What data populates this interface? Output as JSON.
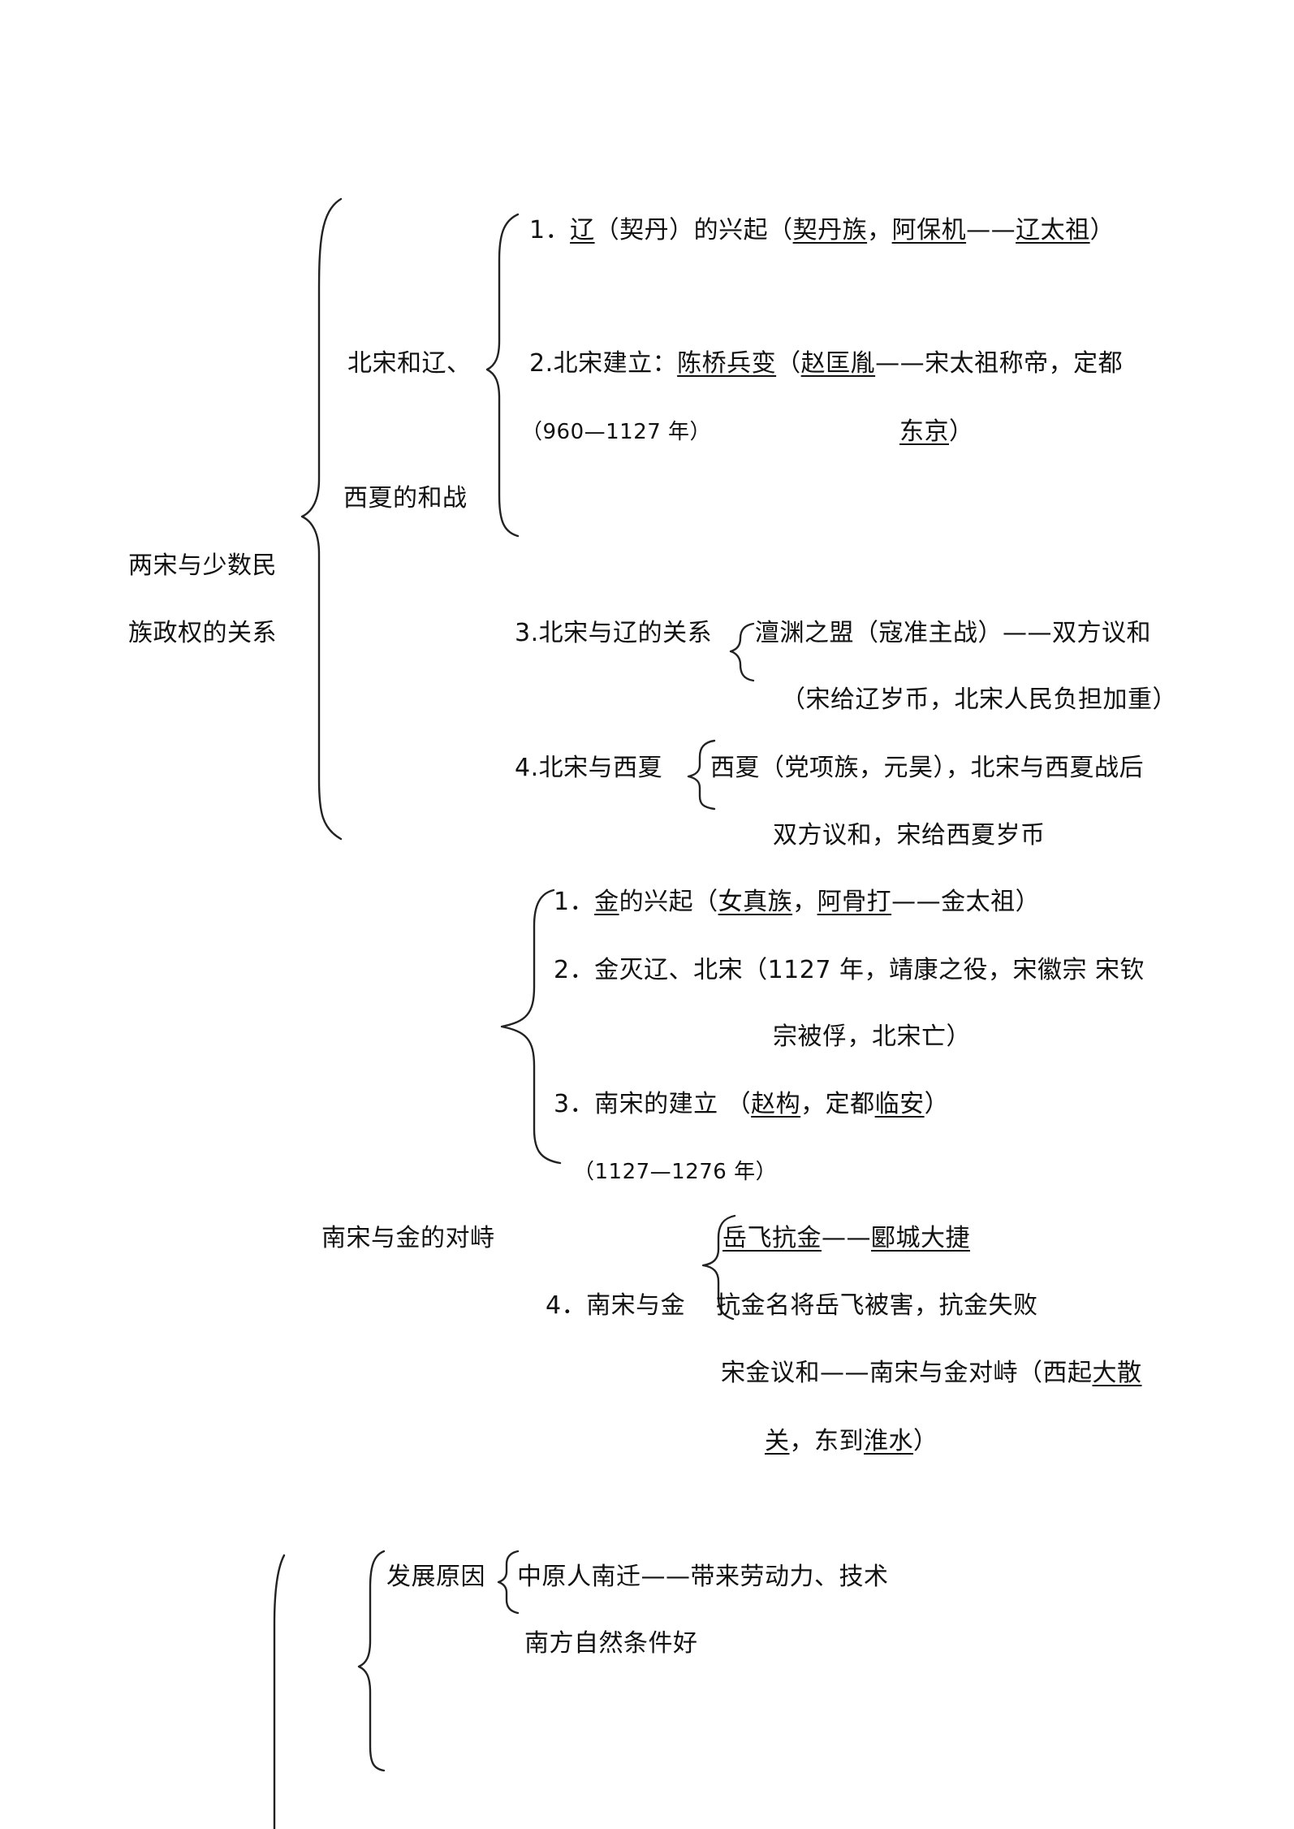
{
  "root": {
    "line1": "两宋与少数民",
    "line2": "族政权的关系"
  },
  "s1": {
    "title_line1": "北宋和辽、",
    "title_line2": "西夏的和战",
    "item1": {
      "a": "1．",
      "b": "辽",
      "c": "（契丹）的兴起（",
      "d": "契丹族",
      "e": "，",
      "f": "阿保机",
      "g": "——",
      "h": "辽太祖",
      "i": "）"
    },
    "item2": {
      "a": "2.北宋建立：",
      "b": "陈桥兵变",
      "c": "（",
      "d": "赵匡胤",
      "e": "——宋太祖称帝，定都"
    },
    "item2_cont": {
      "a": "东京",
      "b": "）"
    },
    "period": "（960—1127 年）",
    "item3_label": "3.北宋与辽的关系",
    "item3_line1": "澶渊之盟（寇准主战）——双方议和",
    "item3_line2": "（宋给辽岁币，北宋人民负担加重）",
    "item4_label": "4.北宋与西夏",
    "item4_line1": "西夏（党项族，元昊），北宋与西夏战后",
    "item4_line2": "双方议和，宋给西夏岁币"
  },
  "s2": {
    "title": "南宋与金的对峙",
    "item1": {
      "a": "1．",
      "b": "金",
      "c": "的兴起（",
      "d": "女真族",
      "e": "，",
      "f": "阿骨打",
      "g": "——金太祖）"
    },
    "item2_line1": "2．金灭辽、北宋（1127 年，靖康之役，宋徽宗  宋钦",
    "item2_line2": "宗被俘，北宋亡）",
    "item3": {
      "a": "3．南宋的建立    （",
      "b": "赵构",
      "c": "，定都",
      "d": "临安",
      "e": "）"
    },
    "period": "（1127—1276 年）",
    "item4_label": "4．南宋与金",
    "item4_line1": {
      "a": "岳飞抗金",
      "b": "——",
      "c": "郾城大捷"
    },
    "item4_line2": "抗金名将岳飞被害，抗金失败",
    "item4_line3": {
      "a": "宋金议和——南宋与金对峙（西起",
      "b": "大散"
    },
    "item4_line4": {
      "a": "关",
      "b": "，东到",
      "c": "淮水",
      "d": "）"
    }
  },
  "s3": {
    "title": "发展原因",
    "line1": "中原人南迁——带来劳动力、技术",
    "line2": "南方自然条件好"
  }
}
